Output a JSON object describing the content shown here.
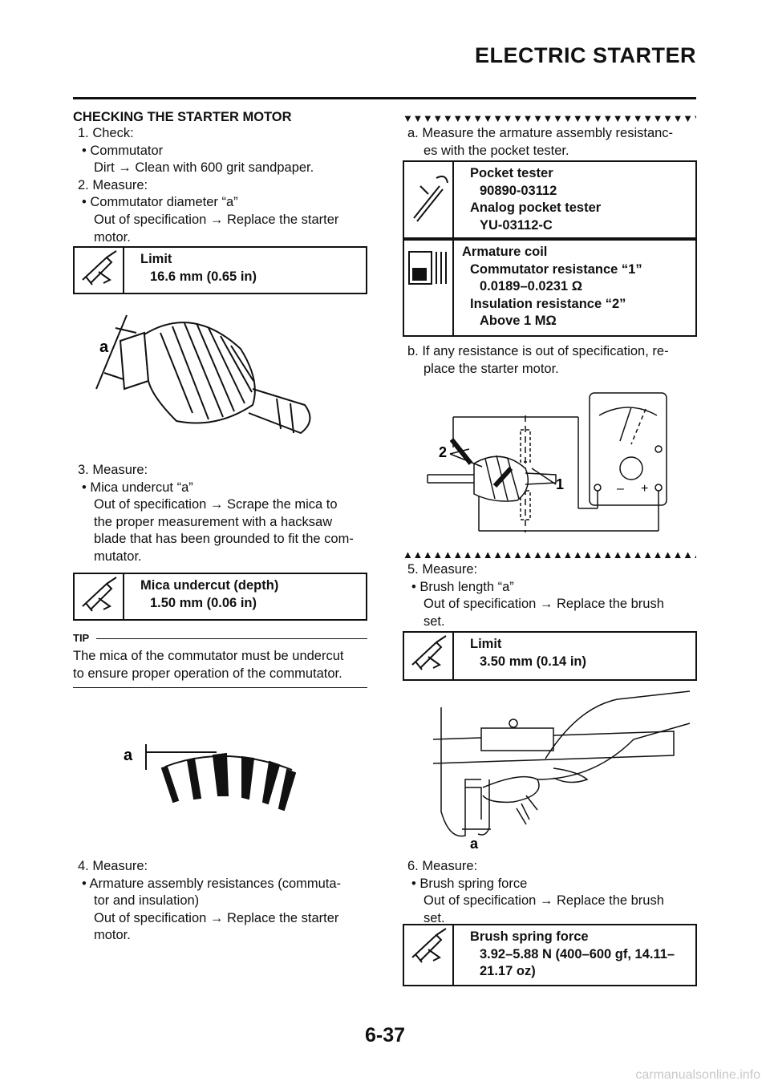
{
  "header": {
    "title": "ELECTRIC STARTER"
  },
  "left": {
    "heading": "CHECKING THE STARTER MOTOR",
    "lines_a": [
      "1. Check:",
      "• Commutator",
      "Dirt → Clean with 600 grit sandpaper.",
      "2. Measure:",
      "• Commutator diameter “a”",
      "Out of specification → Replace the starter",
      "motor."
    ],
    "limit_box": {
      "title": "Limit",
      "value": "16.6 mm (0.65 in)"
    },
    "fig1_label": "a",
    "lines_b": [
      "3. Measure:",
      "• Mica undercut “a”",
      "Out of specification → Scrape the mica to",
      "the proper measurement with a hacksaw",
      "blade that has been grounded to fit the com-",
      "mutator."
    ],
    "mica_box": {
      "title": "Mica undercut (depth)",
      "value": "1.50 mm (0.06 in)"
    },
    "tip": {
      "label": "TIP",
      "text": [
        "The mica of the commutator must be undercut",
        "to ensure proper operation of the commutator."
      ]
    },
    "fig2_label": "a",
    "lines_c": [
      "4. Measure:",
      "• Armature assembly resistances (commuta-",
      "tor and insulation)",
      "Out of specification → Replace the starter",
      "motor."
    ]
  },
  "right": {
    "arrows_down": "▼▼▼▼▼▼▼▼▼▼▼▼▼▼▼▼▼▼▼▼▼▼▼▼▼▼▼▼▼▼▼▼▼▼",
    "step_a": [
      "a. Measure the armature assembly resistanc-",
      "es with the pocket tester."
    ],
    "tool_box": {
      "l1": "Pocket tester",
      "l2": "90890-03112",
      "l3": "Analog pocket tester",
      "l4": "YU-03112-C"
    },
    "coil_box": {
      "l1": "Armature coil",
      "l2": "Commutator resistance “1”",
      "l3": "0.0189–0.0231 Ω",
      "l4": "Insulation resistance “2”",
      "l5": "Above 1 MΩ"
    },
    "step_b": [
      "b. If any resistance is out of specification, re-",
      "place the starter motor."
    ],
    "fig3_labels": {
      "n2": "2",
      "n1": "1",
      "minus": "–",
      "plus": "+"
    },
    "arrows_up": "▲▲▲▲▲▲▲▲▲▲▲▲▲▲▲▲▲▲▲▲▲▲▲▲▲▲▲▲▲▲▲▲▲▲",
    "step5": [
      "5. Measure:",
      "• Brush length “a”",
      "Out of specification → Replace the brush",
      "set."
    ],
    "limit_box2": {
      "title": "Limit",
      "value": "3.50 mm (0.14 in)"
    },
    "fig4_label": "a",
    "step6": [
      "6. Measure:",
      "• Brush spring force",
      "Out of specification → Replace the brush",
      "set."
    ],
    "spring_box": {
      "title": "Brush spring force",
      "v1": "3.92–5.88 N (400–600 gf, 14.11–",
      "v2": "21.17 oz)"
    }
  },
  "footer": {
    "page": "6-37"
  },
  "watermark": "carmanualsonline.info"
}
